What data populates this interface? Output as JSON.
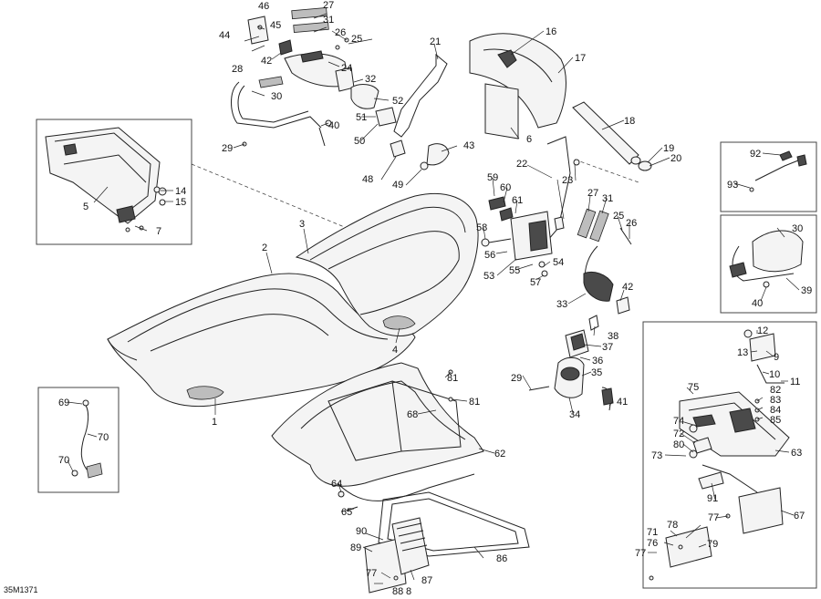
{
  "diagram_ref": "35M1371",
  "callouts": [
    "1",
    "2",
    "3",
    "4",
    "5",
    "6",
    "7",
    "8",
    "9",
    "10",
    "11",
    "12",
    "13",
    "14",
    "15",
    "16",
    "17",
    "18",
    "19",
    "20",
    "21",
    "22",
    "23",
    "24",
    "25",
    "26",
    "27",
    "28",
    "29",
    "30",
    "31",
    "32",
    "33",
    "34",
    "35",
    "36",
    "37",
    "38",
    "39",
    "40",
    "41",
    "42",
    "43",
    "44",
    "45",
    "46",
    "48",
    "49",
    "50",
    "51",
    "52",
    "53",
    "54",
    "55",
    "56",
    "57",
    "58",
    "59",
    "60",
    "61",
    "62",
    "63",
    "64",
    "65",
    "67",
    "68",
    "69",
    "70",
    "71",
    "72",
    "73",
    "74",
    "75",
    "76",
    "77",
    "78",
    "79",
    "80",
    "81",
    "82",
    "83",
    "84",
    "85",
    "86",
    "87",
    "88",
    "89",
    "90",
    "91",
    "92",
    "93"
  ]
}
